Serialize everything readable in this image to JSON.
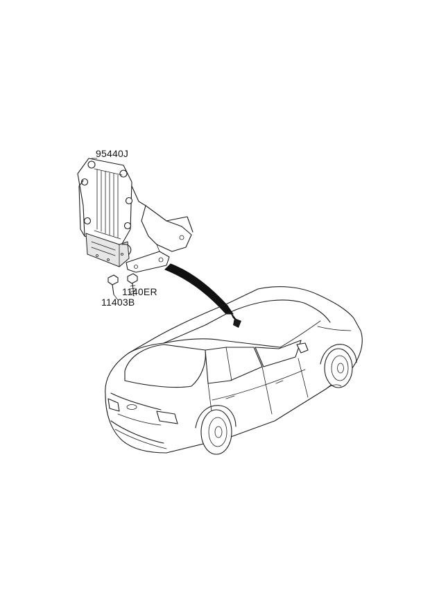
{
  "diagram": {
    "parts": [
      {
        "id": "module",
        "number": "95440J"
      },
      {
        "id": "bolt-a",
        "number": "1140ER"
      },
      {
        "id": "bolt-b",
        "number": "11403B"
      }
    ]
  }
}
